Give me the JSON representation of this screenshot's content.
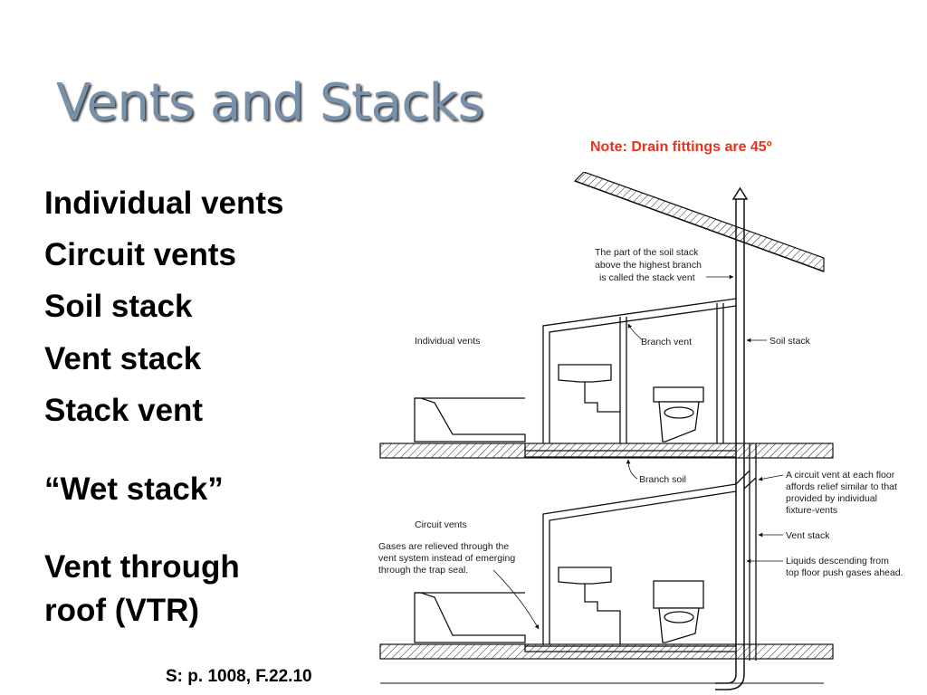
{
  "slide": {
    "title": "Vents and Stacks",
    "note": "Note: Drain fittings are 45º",
    "source": "S: p. 1008, F.22.10"
  },
  "bullets": [
    "Individual vents",
    "Circuit vents",
    "Soil stack",
    "Vent stack",
    "Stack vent",
    "“Wet stack”",
    "Vent through",
    "roof (VTR)"
  ],
  "diagram": {
    "labels": {
      "stack_vent": [
        "The part of the soil stack",
        "above the highest branch",
        "is called the stack vent"
      ],
      "individual_vents": "Individual vents",
      "branch_vent": "Branch vent",
      "soil_stack": "Soil stack",
      "branch_soil": "Branch soil",
      "circuit_vent_note": [
        "A circuit vent at each floor",
        "affords relief similar to that",
        "provided by individual",
        "fixture-vents"
      ],
      "circuit_vents": "Circuit vents",
      "gases_note": [
        "Gases are relieved through the",
        "vent system instead of emerging",
        "through the trap seal."
      ],
      "vent_stack": "Vent stack",
      "liquids_note": [
        "Liquids descending from",
        "top floor push gases ahead."
      ]
    }
  }
}
